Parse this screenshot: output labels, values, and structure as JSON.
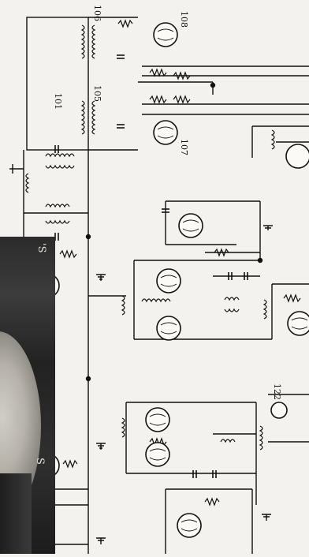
{
  "labels": {
    "ref_106": "106",
    "ref_108": "108",
    "ref_101": "101",
    "ref_105": "105",
    "ref_107": "107",
    "ref_122": "122"
  },
  "photo_text": {
    "top": "'S",
    "bottom": "S"
  },
  "colors": {
    "ink": "#111111",
    "paper": "#f4f2ee",
    "photo_dark": "#2b2b2b"
  }
}
